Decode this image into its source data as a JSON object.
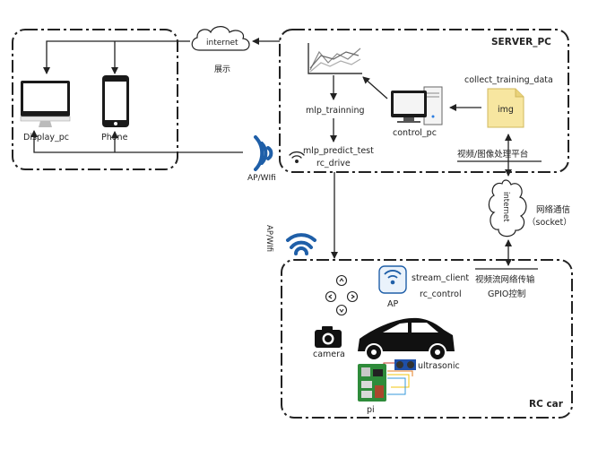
{
  "groups": {
    "client": "",
    "server": "SERVER_PC",
    "car": "RC car"
  },
  "nodes": {
    "display_pc": "Display_pc",
    "phone": "Phone",
    "internet_top": "internet",
    "internet_top_sub": "展示",
    "ap_wifi_top": "AP/WIfi",
    "mlp_training": "mlp_trainning",
    "mlp_predict": "mlp_predict_test",
    "rc_drive": "rc_drive",
    "control_pc": "control_pc",
    "collect_data": "collect_training_data",
    "img": "img",
    "platform": "视频/图像处理平台",
    "internet_right": "internet",
    "network_comm": "网络通信",
    "socket": "（socket）",
    "ap_wifi_vertical": "AP/WIfi",
    "stream_client": "stream_client",
    "rc_control": "rc_control",
    "ap": "AP",
    "video_stream": "视频流网络传输",
    "gpio": "GPIO控制",
    "camera": "camera",
    "ultrasonic": "ultrasonic",
    "pi": "pi"
  },
  "colors": {
    "line": "#222222",
    "wifi": "#1f5fa8",
    "img_doc": "#f7e6a0",
    "pcb": "#2e8b3a"
  },
  "icons": {
    "monitor": "monitor-icon",
    "phone": "smartphone-icon",
    "cloud": "cloud-icon",
    "wifi": "wifi-icon",
    "chart": "line-chart-icon",
    "computer": "desktop-computer-icon",
    "document": "document-icon",
    "gamepad": "direction-pad-icon",
    "camera": "camera-icon",
    "car": "car-icon",
    "sensor": "ultrasonic-sensor-icon",
    "board": "raspberry-pi-icon"
  }
}
